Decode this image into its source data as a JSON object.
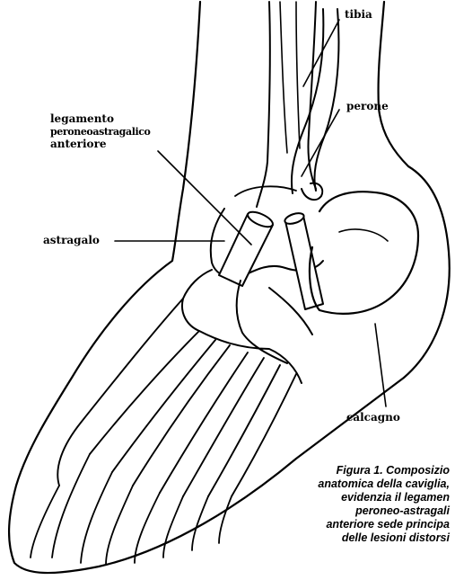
{
  "labels": {
    "tibia": "tibia",
    "perone": "perone",
    "legamento_line1": "legamento",
    "legamento_line2": "peroneoastragalico",
    "legamento_line3": "anteriore",
    "astragalo": "astragalo",
    "calcagno": "calcagno"
  },
  "caption": [
    "Figura 1. Composizio",
    "anatomica della caviglia,",
    "evidenzia il legamen",
    "peroneo-astragali",
    "anteriore sede principa",
    "delle lesioni distorsi"
  ],
  "colors": {
    "ink": "#000000",
    "background": "#ffffff"
  }
}
